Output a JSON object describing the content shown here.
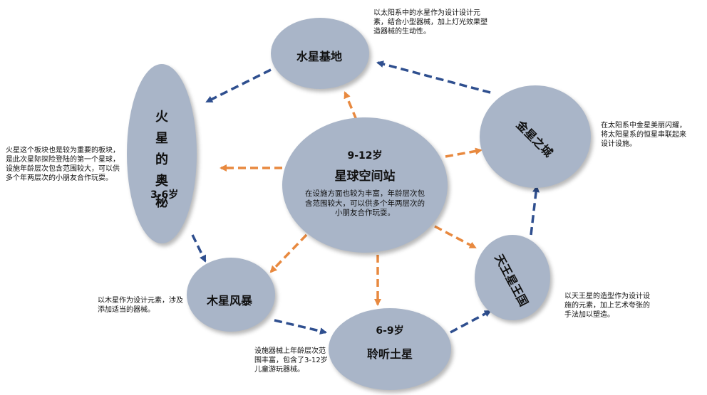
{
  "nodes": {
    "mercury": {
      "name": "水星基地"
    },
    "venus": {
      "name": "金星之城"
    },
    "mars": {
      "name": "火星的奥秘",
      "age": "3-6岁"
    },
    "center": {
      "age": "9-12岁",
      "name": "星球空间站",
      "desc": "在设施方面也较为丰富，年龄层次包含范围较大，可以供多个年两层次的小朋友合作玩耍。"
    },
    "jupiter": {
      "name": "木星风暴"
    },
    "saturn": {
      "age": "6-9岁",
      "name": "聆听土星"
    },
    "uranus": {
      "name": "天王星王国"
    }
  },
  "notes": {
    "mercury": "以太阳系中的水星作为设计设计元素，结合小型器械，加上灯光效果塑造器械的生动性。",
    "venus": "在太阳系中金星美丽闪耀，将太阳星系的恒星串联起来设计设施。",
    "mars": "火星这个板块也是较为重要的板块，是此次星际探险登陆的第一个星球，设施年龄层次包含范围较大，可以供多个年两层次的小朋友合作玩耍。",
    "jupiter": "以木星作为设计元素，涉及添加适当的器械。",
    "saturn": "设施器械上年龄层次范围丰富，包含了3-12岁儿童游玩器械。",
    "uranus": "以天王星的造型作为设计设施的元素，加上艺术夸张的手法加以塑造。"
  },
  "colors": {
    "node_fill": "#a9b5c8",
    "blue_arrow": "#2f4f8f",
    "orange_arrow": "#e8893f",
    "text": "#111111"
  }
}
